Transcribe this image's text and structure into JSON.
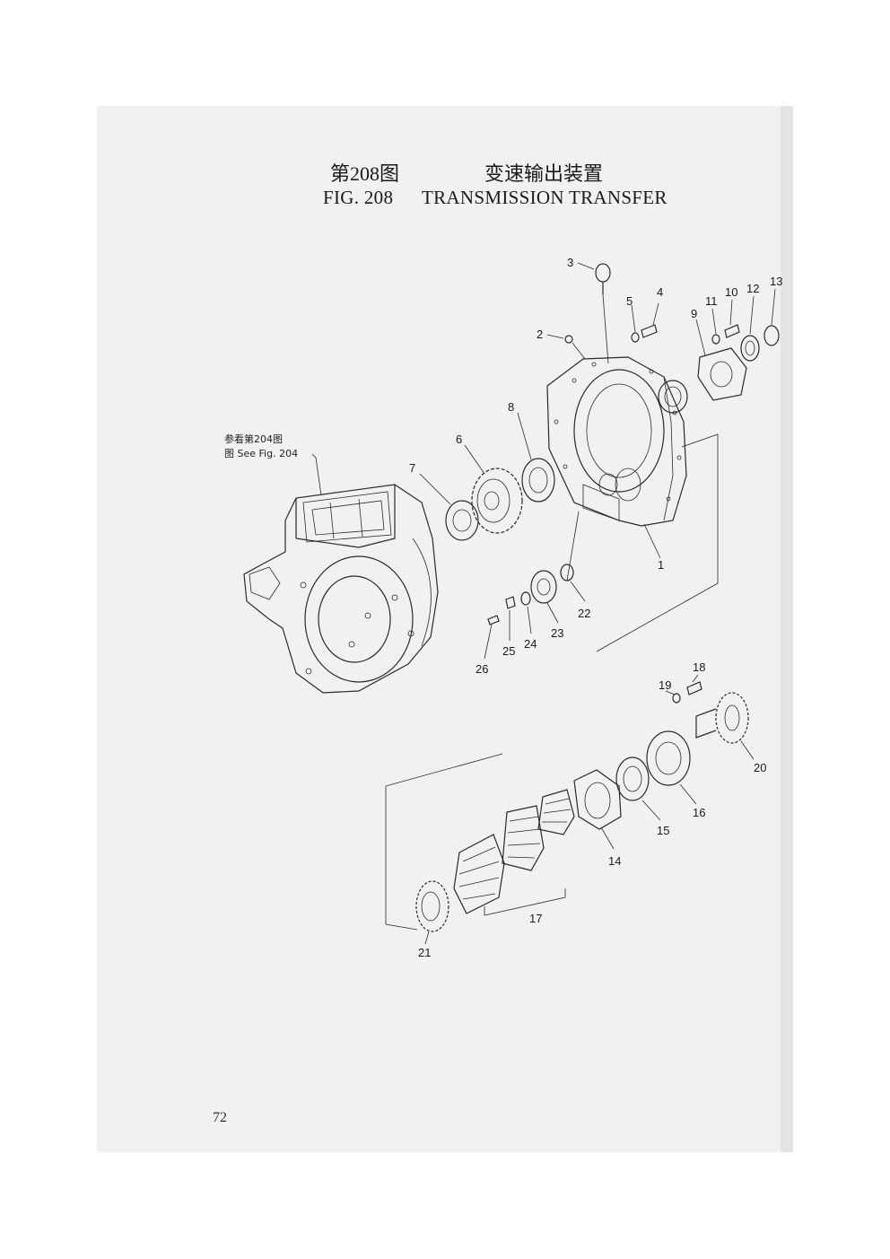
{
  "title": {
    "cn_figure": "第208图",
    "cn_name": "变速输出装置",
    "en_figure": "FIG. 208",
    "en_name": "TRANSMISSION TRANSFER"
  },
  "reference": {
    "cn": "参看第204图",
    "en": "图 See Fig. 204"
  },
  "page_number": "72",
  "part_numbers": [
    "1",
    "2",
    "3",
    "4",
    "5",
    "6",
    "7",
    "8",
    "9",
    "10",
    "11",
    "12",
    "13",
    "14",
    "15",
    "16",
    "17",
    "18",
    "19",
    "20",
    "21",
    "22",
    "23",
    "24",
    "25",
    "26"
  ]
}
